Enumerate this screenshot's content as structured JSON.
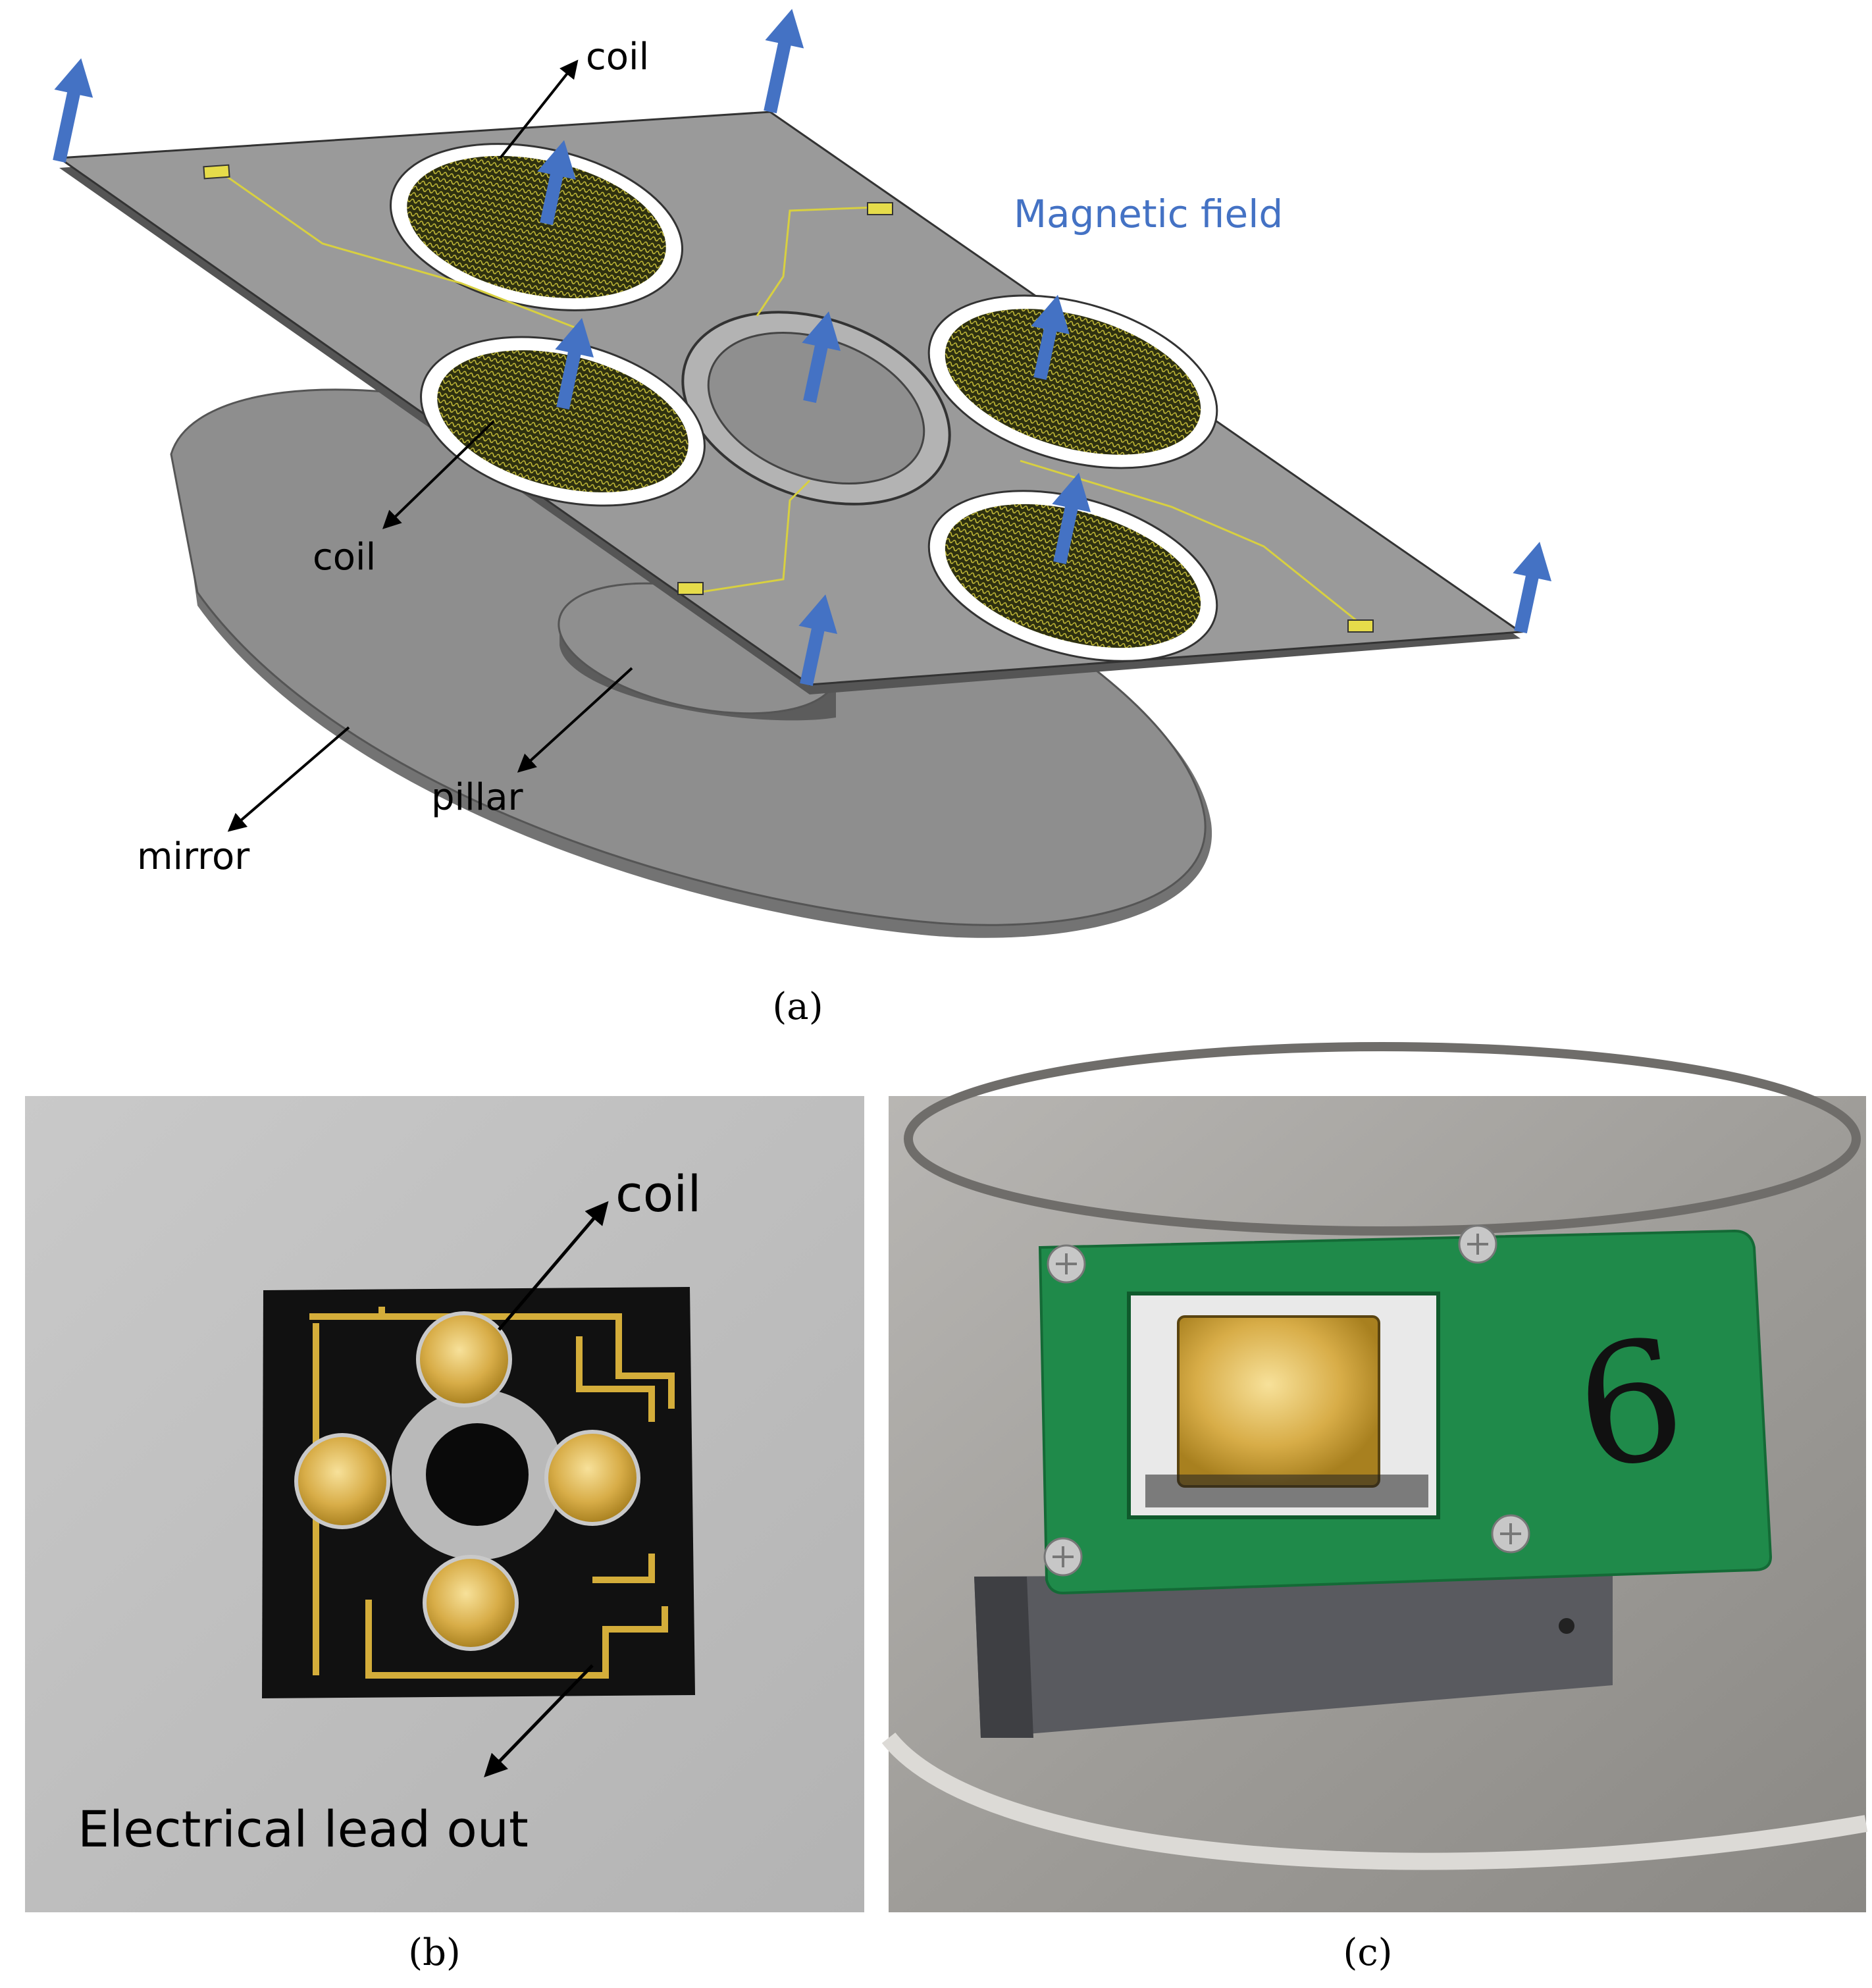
{
  "panel_a": {
    "labels": {
      "coil_top": "coil",
      "coil_left": "coil",
      "magnetic_field": "Magnetic field",
      "pillar": "pillar",
      "mirror": "mirror"
    },
    "caption": "(a)"
  },
  "panel_b": {
    "labels": {
      "coil": "coil",
      "electrical_lead_out": "Electrical lead out"
    },
    "caption": "(b)"
  },
  "panel_c": {
    "handwritten_mark": "6",
    "caption": "(c)"
  },
  "colors": {
    "field_arrow": "#4472c4",
    "plate_gray": "#8c8c8c",
    "coil_gold": "#c9a13a",
    "pcb_green": "#1f8a4a",
    "chip_black": "#111111"
  }
}
